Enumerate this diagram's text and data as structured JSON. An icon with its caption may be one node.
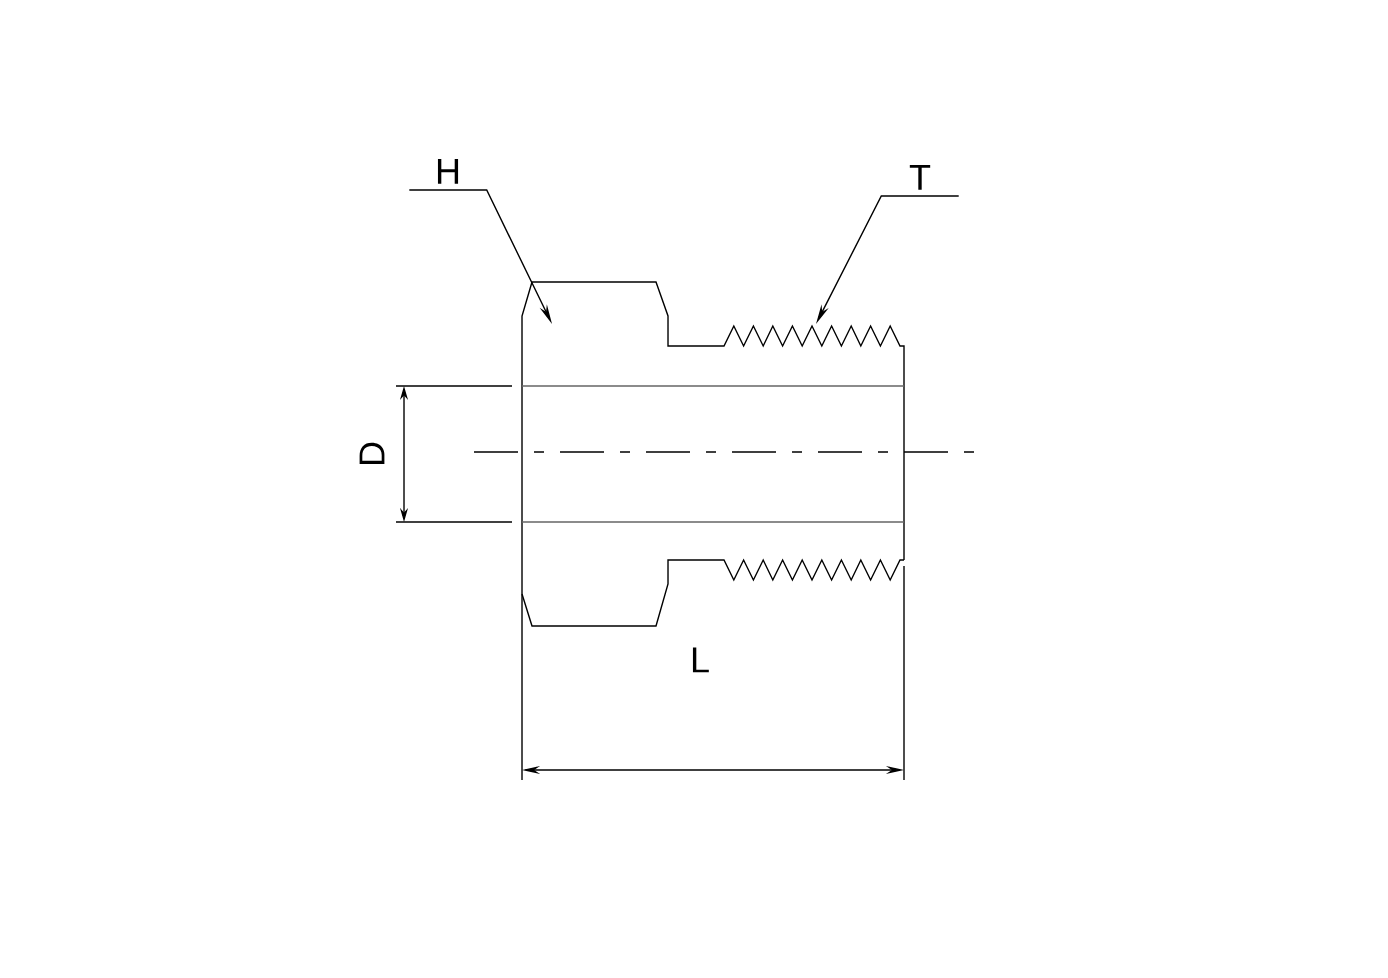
{
  "diagram": {
    "nodes": [
      {
        "text": [
          "H"
        ]
      },
      {
        "text": [
          "T"
        ]
      }
    ],
    "edges": [
      {
        "from": 0,
        "to": null,
        "arrow": "to"
      },
      {
        "from": 1,
        "to": null,
        "arrow": "to"
      }
    ],
    "labels": [
      "D",
      "L"
    ]
  }
}
